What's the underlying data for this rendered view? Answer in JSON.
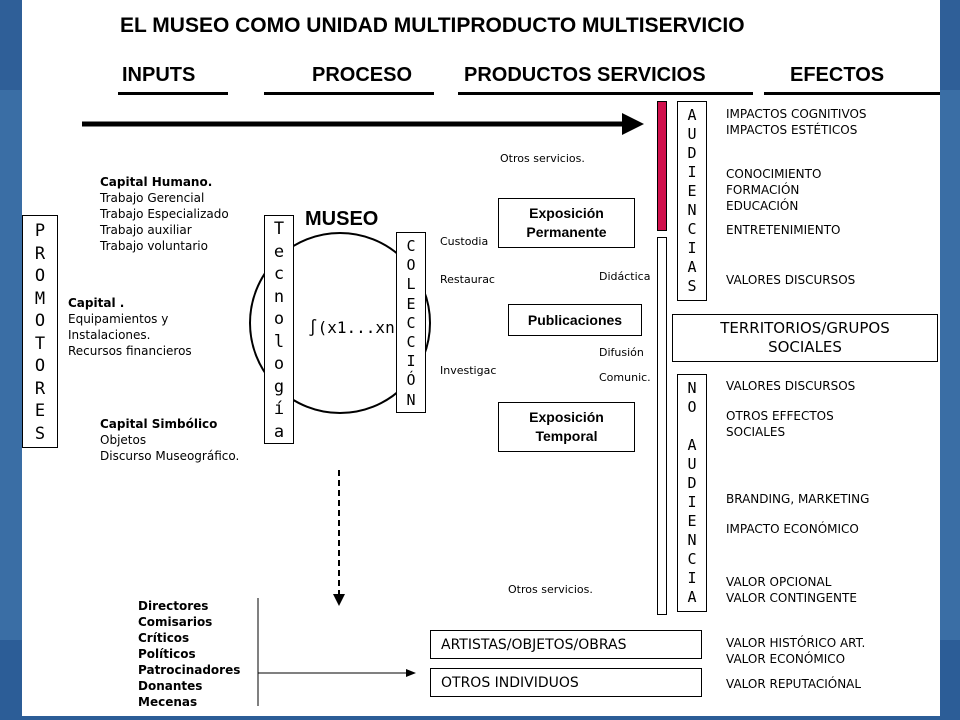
{
  "title": "EL MUSEO COMO UNIDAD MULTIPRODUCTO MULTISERVICIO",
  "headers": {
    "inputs": "INPUTS",
    "proceso": "PROCESO",
    "productos": "PRODUCTOS SERVICIOS",
    "efectos": "EFECTOS"
  },
  "promotores": [
    "P",
    "R",
    "O",
    "M",
    "O",
    "T",
    "O",
    "R",
    "E",
    "S"
  ],
  "tecnologia": [
    "T",
    "e",
    "c",
    "n",
    "o",
    "l",
    "o",
    "g",
    "í",
    "a"
  ],
  "coleccion": [
    "C",
    "O",
    "L",
    "E",
    "C",
    "C",
    "I",
    "Ó",
    "N"
  ],
  "audiencias": [
    "A",
    "U",
    "D",
    "I",
    "E",
    "N",
    "C",
    "I",
    "A",
    "S"
  ],
  "no_audiencia": [
    "N",
    "O",
    "",
    "A",
    "U",
    "D",
    "I",
    "E",
    "N",
    "C",
    "I",
    "A"
  ],
  "capital_humano": {
    "heading": "Capital Humano.",
    "items": [
      "Trabajo Gerencial",
      "Trabajo Especializado",
      "Trabajo auxiliar",
      "Trabajo voluntario"
    ]
  },
  "capital": {
    "heading": "Capital .",
    "items": [
      "Equipamientos y",
      "Instalaciones.",
      "Recursos financieros"
    ]
  },
  "capital_simbolico": {
    "heading": "Capital Simbólico",
    "items": [
      "Objetos",
      "Discurso Museográfico."
    ]
  },
  "museo_label": "MUSEO",
  "formula": "∫(x1...xn)",
  "process_labels": {
    "custodia": "Custodia",
    "restaurac": "Restaurac",
    "investigac": "Investigac"
  },
  "product_labels": {
    "otros_top": "Otros servicios.",
    "didactica": "Didáctica",
    "difusion": "Difusión",
    "comunic": "Comunic.",
    "otros_bottom": "Otros servicios."
  },
  "product_boxes": {
    "permanente": [
      "Exposición",
      "Permanente"
    ],
    "publicaciones": "Publicaciones",
    "temporal": [
      "Exposición",
      "Temporal"
    ]
  },
  "territorios": [
    "TERRITORIOS/GRUPOS",
    "SOCIALES"
  ],
  "effects": {
    "e1": [
      "IMPACTOS COGNITIVOS",
      "IMPACTOS ESTÉTICOS"
    ],
    "e2": [
      "CONOCIMIENTO",
      "FORMACIÓN",
      "EDUCACIÓN"
    ],
    "e3": "ENTRETENIMIENTO",
    "e4": "VALORES DISCURSOS",
    "e5": "VALORES DISCURSOS",
    "e6": [
      "OTROS EFFECTOS",
      "SOCIALES"
    ],
    "e7": "BRANDING, MARKETING",
    "e8": "IMPACTO ECONÓMICO",
    "e9": [
      "VALOR OPCIONAL",
      "VALOR CONTINGENTE"
    ],
    "e10": [
      "VALOR HISTÓRICO ART.",
      "VALOR ECONÓMICO"
    ],
    "e11": "VALOR REPUTACIÓNAL"
  },
  "actors": [
    "Directores",
    "Comisarios",
    "Críticos",
    "Políticos",
    "Patrocinadores",
    "Donantes",
    "Mecenas"
  ],
  "bottom_boxes": {
    "artistas": "ARTISTAS/OBJETOS/OBRAS",
    "otros_individuos": "OTROS INDIVIDUOS"
  },
  "colors": {
    "background": "#3a6ea5",
    "red_bar": "#d0104c"
  }
}
